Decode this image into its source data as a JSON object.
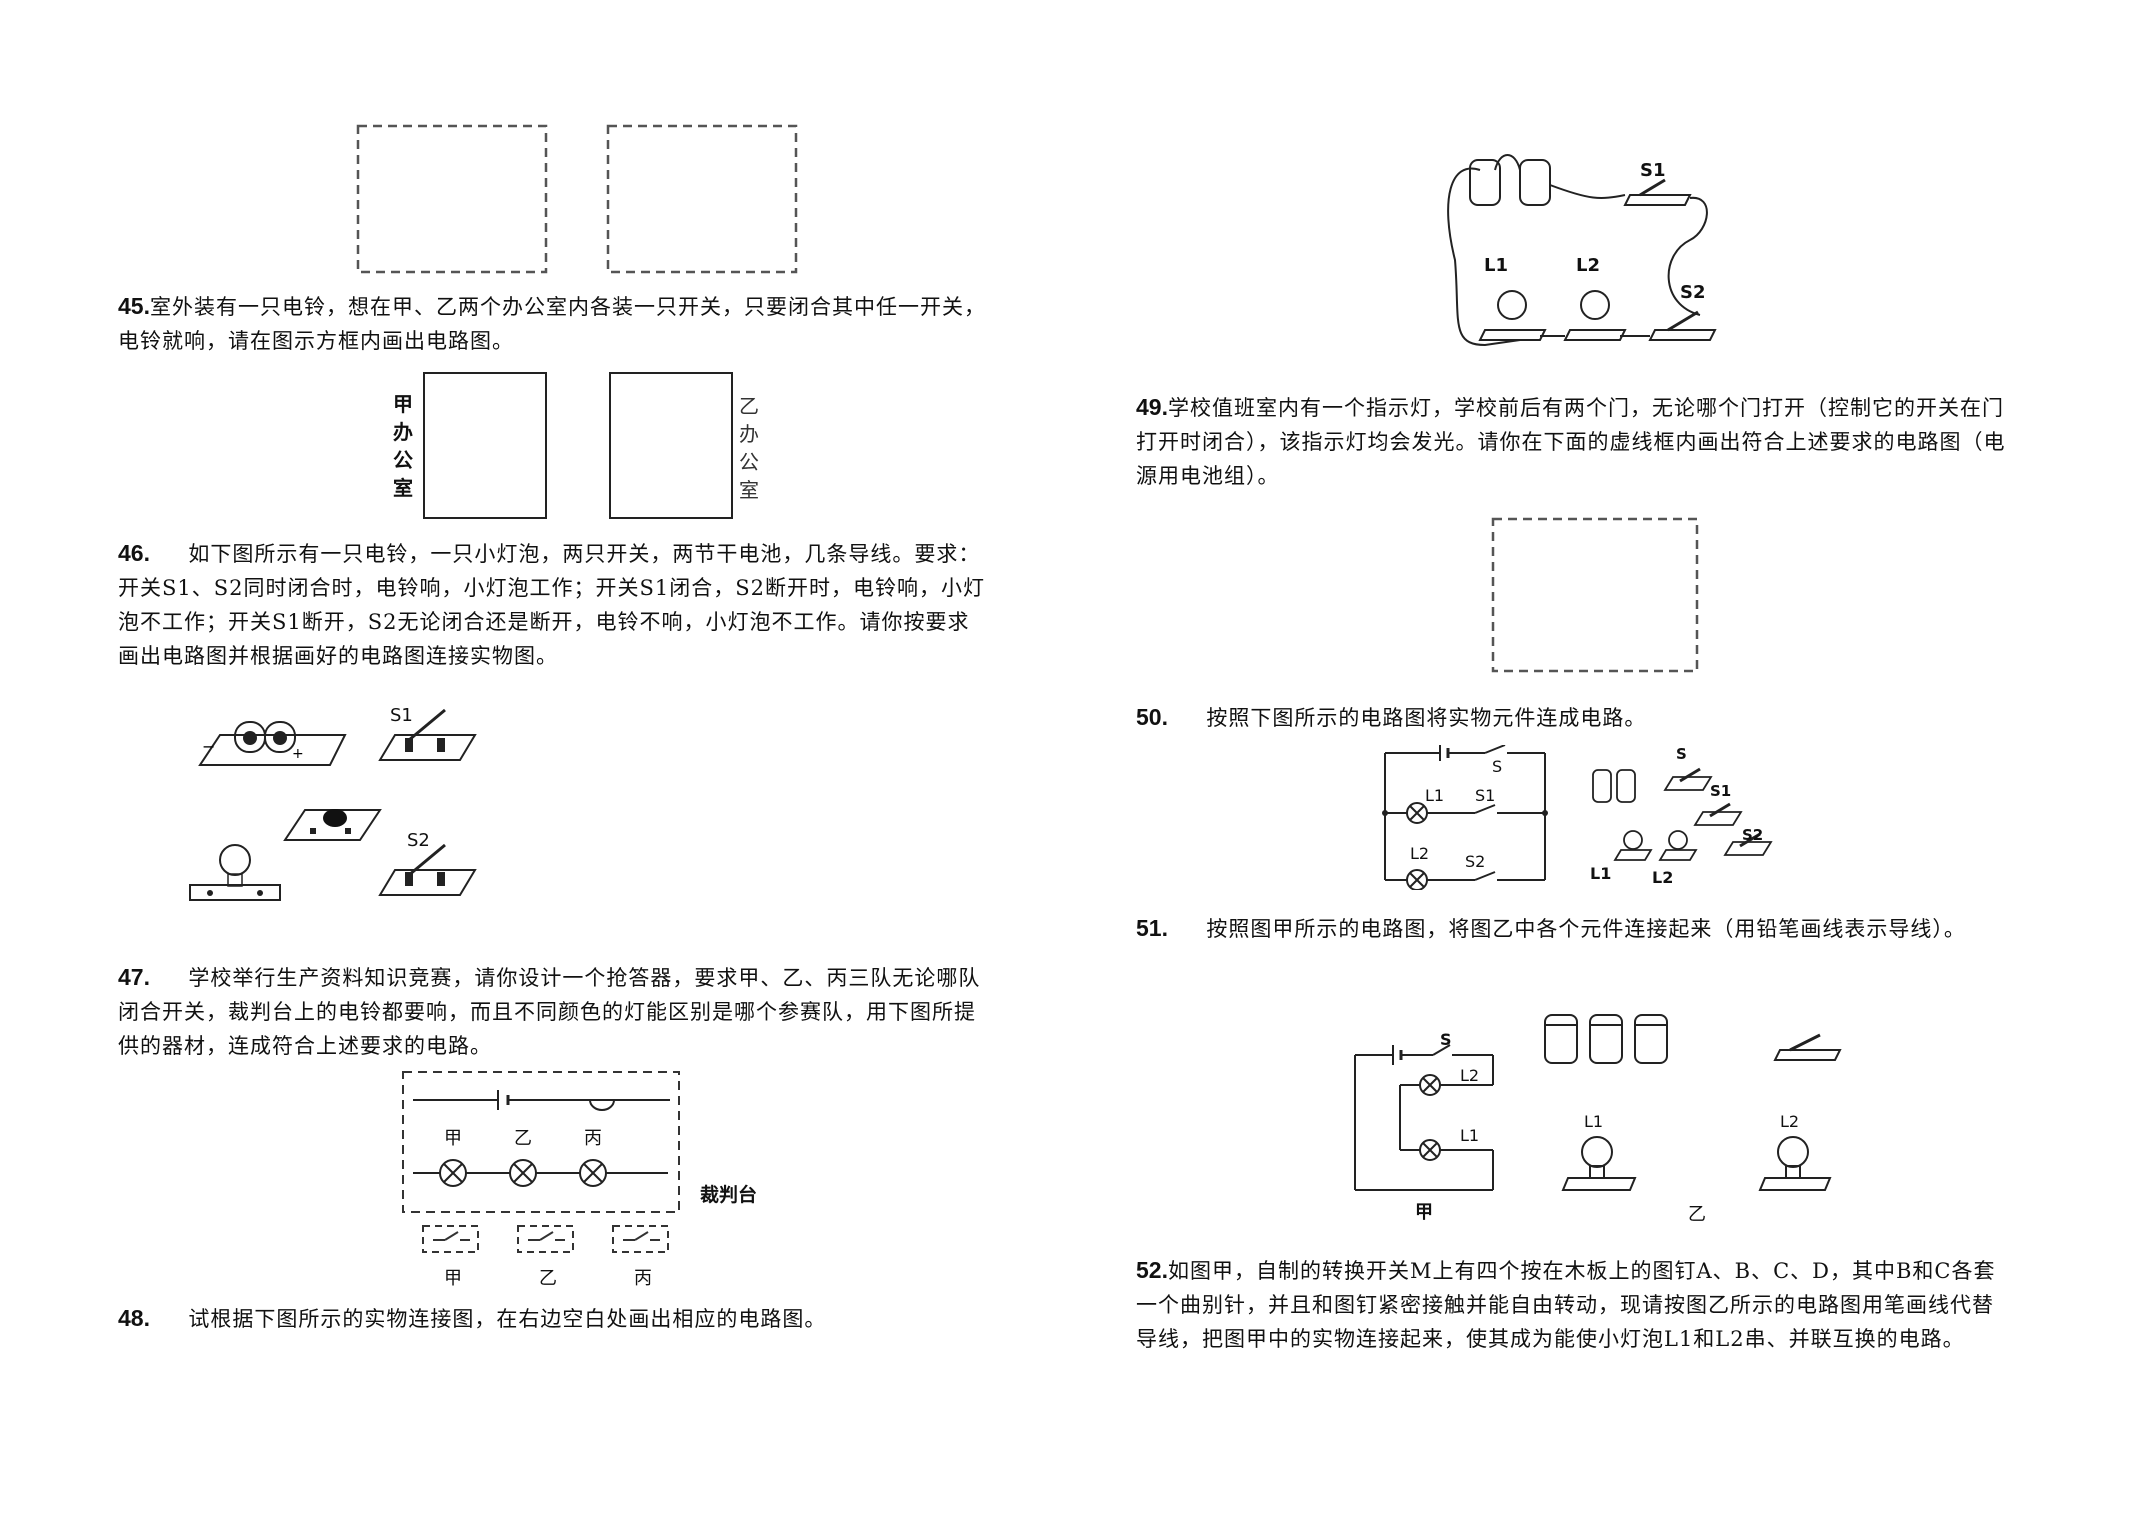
{
  "left_column": {
    "q45": {
      "number": "45.",
      "text": "室外装有一只电铃，想在甲、乙两个办公室内各装一只开关，只要闭合其中任一开关，电铃就响，请在图示方框内画出电路图。",
      "office_a": "甲办公室",
      "office_b": "乙办公室"
    },
    "q46": {
      "number": "46.",
      "text": "如下图所示有一只电铃，一只小灯泡，两只开关，两节干电池，几条导线。要求：开关S1、S2同时闭合时，电铃响，小灯泡工作；开关S1闭合，S2断开时，电铃响，小灯泡不工作；开关S1断开，S2无论闭合还是断开，电铃不响，小灯泡不工作。请你按要求画出电路图并根据画好的电路图连接实物图。",
      "labels": {
        "s1": "S1",
        "s2": "S2",
        "minus": "−",
        "plus": "+"
      }
    },
    "q47": {
      "number": "47.",
      "text": "学校举行生产资料知识竞赛，请你设计一个抢答器，要求甲、乙、丙三队无论哪队闭合开关，裁判台上的电铃都要响，而且不同颜色的灯能区别是哪个参赛队，用下图所提供的器材，连成符合上述要求的电路。",
      "lamps": [
        "甲",
        "乙",
        "丙"
      ],
      "judge_label": "裁判台",
      "switches": [
        "甲",
        "乙",
        "丙"
      ]
    },
    "q48": {
      "number": "48.",
      "text": "试根据下图所示的实物连接图，在右边空白处画出相应的电路图。"
    }
  },
  "right_column": {
    "fig48": {
      "s1": "S1",
      "s2": "S2",
      "l1": "L1",
      "l2": "L2"
    },
    "q49": {
      "number": "49.",
      "text": "学校值班室内有一个指示灯，学校前后有两个门，无论哪个门打开（控制它的开关在门打开时闭合），该指示灯均会发光。请你在下面的虚线框内画出符合上述要求的电路图（电源用电池组）。"
    },
    "q50": {
      "number": "50.",
      "text": "按照下图所示的电路图将实物元件连成电路。",
      "labels": {
        "s": "S",
        "l1": "L1",
        "s1": "S1",
        "l2": "L2",
        "s2": "S2"
      }
    },
    "q51": {
      "number": "51.",
      "text": "按照图甲所示的电路图，将图乙中各个元件连接起来（用铅笔画线表示导线）。",
      "labels": {
        "s": "S",
        "l1": "L1",
        "l2": "L2",
        "fig_a": "甲",
        "fig_b": "乙"
      }
    },
    "q52": {
      "number": "52.",
      "text": "如图甲，自制的转换开关M上有四个按在木板上的图钉A、B、C、D，其中B和C各套一个曲别针，并且和图钉紧密接触并能自由转动，现请按图乙所示的电路图用笔画线代替导线，把图甲中的实物连接起来，使其成为能使小灯泡L1和L2串、并联互换的电路。"
    }
  }
}
